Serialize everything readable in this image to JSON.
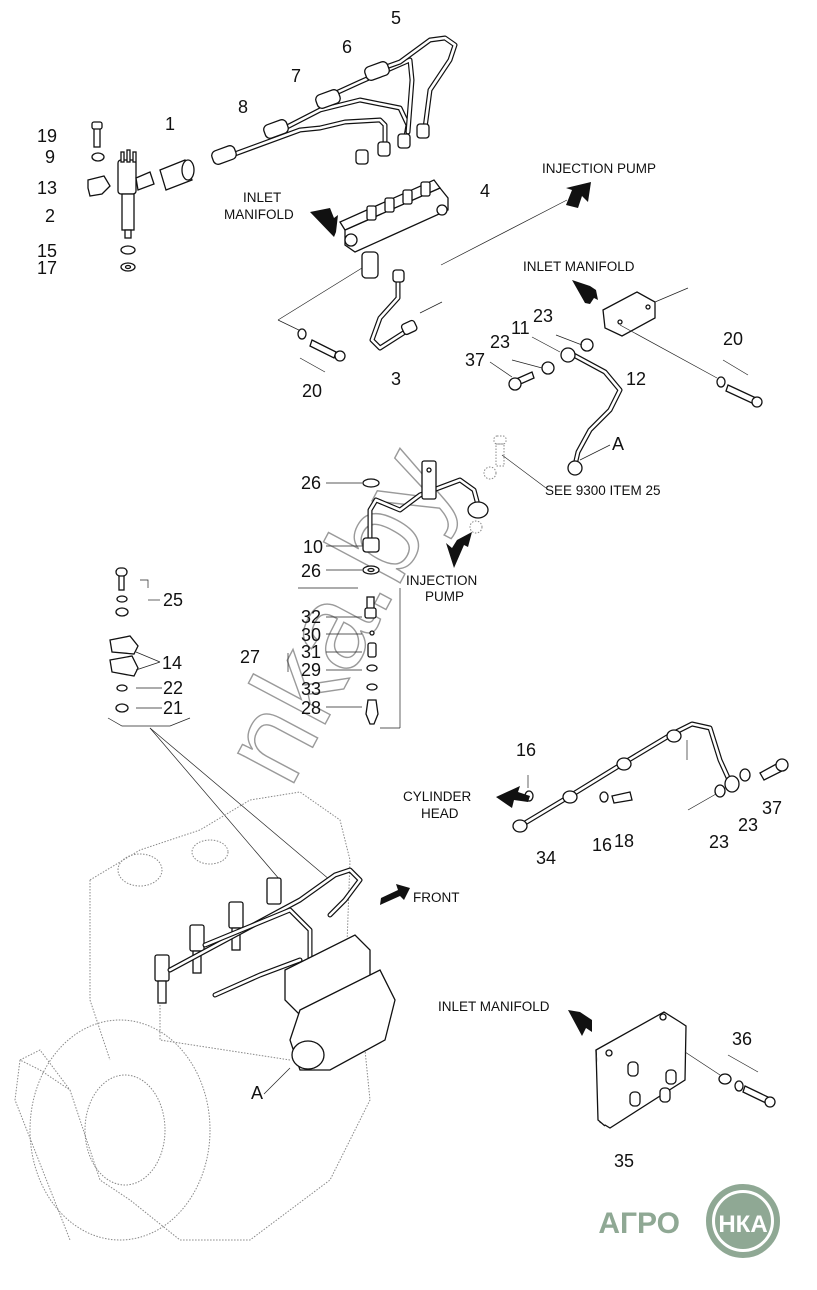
{
  "diagram": {
    "title": "Fuel injection system exploded parts diagram",
    "callouts": {
      "c1": "1",
      "c2": "2",
      "c3": "3",
      "c4": "4",
      "c5": "5",
      "c6": "6",
      "c7": "7",
      "c8": "8",
      "c9": "9",
      "c10": "10",
      "c11": "11",
      "c12": "12",
      "c13": "13",
      "c14": "14",
      "c15": "15",
      "c16a": "16",
      "c16b": "16",
      "c17": "17",
      "c18": "18",
      "c19": "19",
      "c20a": "20",
      "c20b": "20",
      "c21": "21",
      "c22": "22",
      "c23a": "23",
      "c23b": "23",
      "c23c": "23",
      "c23d": "23",
      "c25": "25",
      "c26a": "26",
      "c26b": "26",
      "c27": "27",
      "c28": "28",
      "c29": "29",
      "c30": "30",
      "c31": "31",
      "c32": "32",
      "c33": "33",
      "c34": "34",
      "c35": "35",
      "c36": "36",
      "c37a": "37",
      "c37b": "37",
      "cA1": "A",
      "cA2": "A"
    },
    "annotations": {
      "injection_pump_top": "INJECTION PUMP",
      "inlet_manifold_left_l1": "INLET",
      "inlet_manifold_left_l2": "MANIFOLD",
      "inlet_manifold_right": "INLET MANIFOLD",
      "see_reference": "SEE 9300 ITEM 25",
      "injection_pump_mid_l1": "INJECTION",
      "injection_pump_mid_l2": "PUMP",
      "cylinder_head_l1": "CYLINDER",
      "cylinder_head_l2": "HEAD",
      "front": "FRONT",
      "inlet_manifold_bottom": "INLET MANIFOLD"
    },
    "watermark": "nka.by",
    "logo": {
      "left": "АГРО",
      "right": "НКА",
      "color": "#8fa894"
    }
  }
}
